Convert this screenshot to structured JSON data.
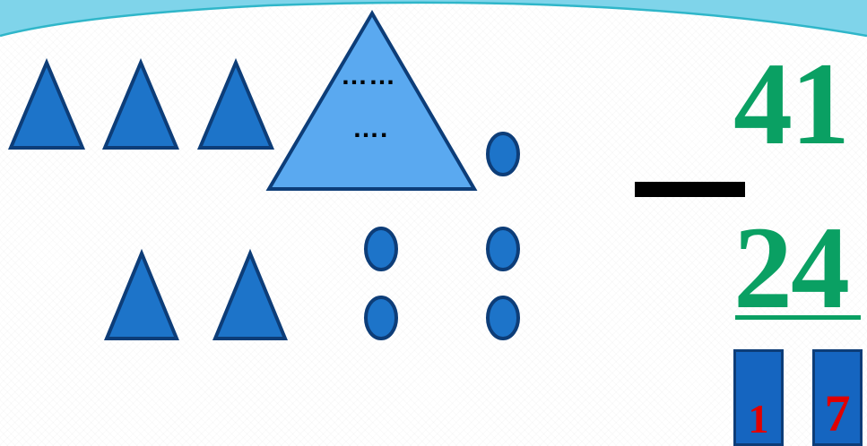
{
  "colors": {
    "banner_fill": "#7fd4ea",
    "banner_stroke": "#2fb6c9",
    "shape_blue": "#1d74c9",
    "shape_outline": "#0d3d78",
    "big_triangle_fill": "#5aa9f0",
    "number_green": "#0aa063",
    "box_fill": "#1565c0",
    "digit_red": "#e00000"
  },
  "left_panel": {
    "big_triangle": {
      "dot_rows": [
        "……",
        "…."
      ]
    }
  },
  "problem": {
    "minuend": "41",
    "subtrahend": "24",
    "operator": "minus"
  },
  "result": {
    "digits": [
      "1",
      "7"
    ]
  }
}
